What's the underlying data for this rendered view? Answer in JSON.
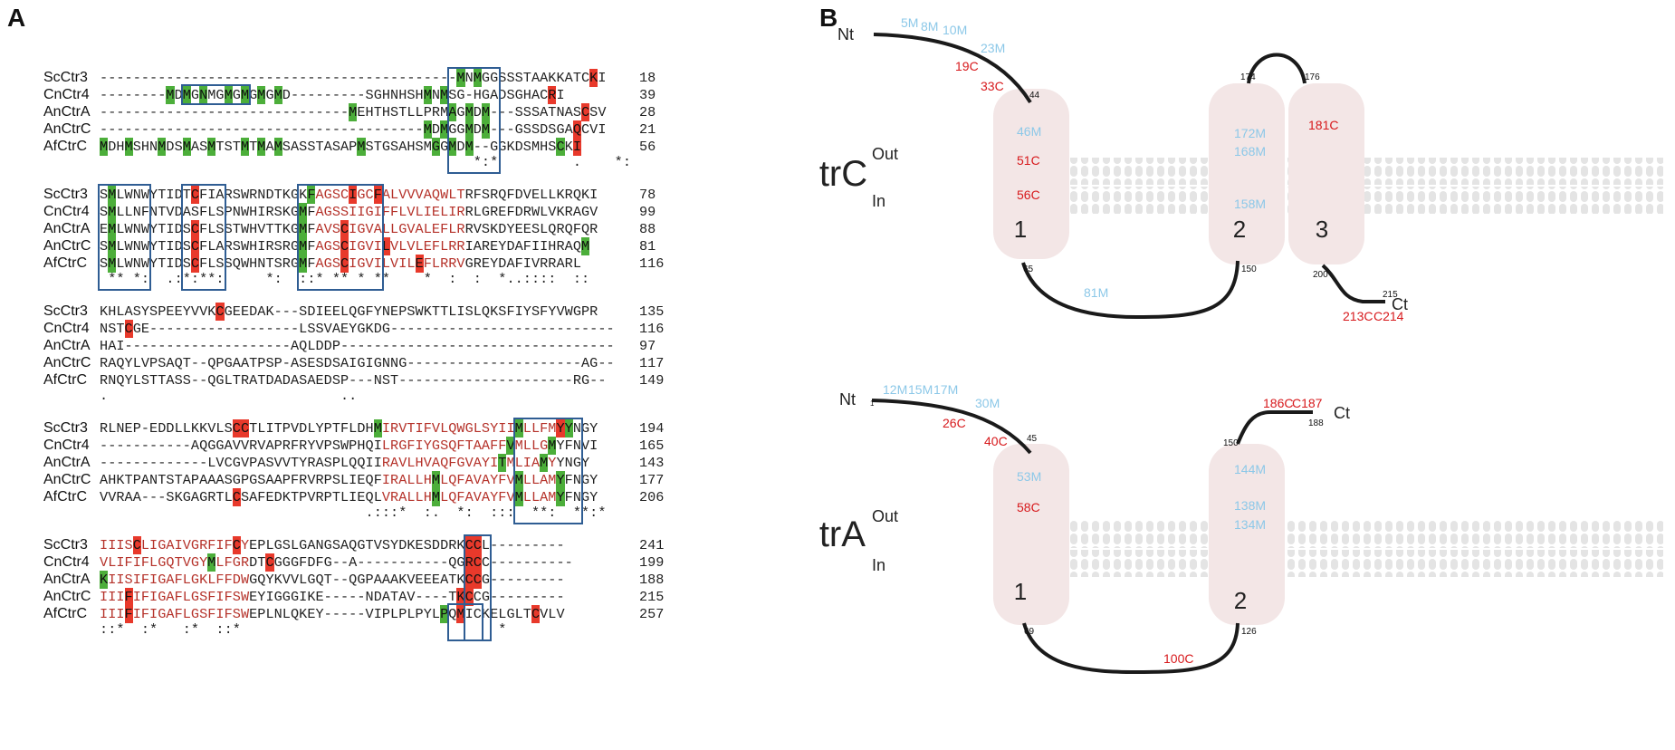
{
  "panel_a": {
    "letter": "A",
    "blocks": [
      {
        "rows": [
          {
            "name": "ScCtr3",
            "seq": "-------------------------------------------MNMGGSSSTAAKKATCKI",
            "end": "18"
          },
          {
            "name": "CnCtr4",
            "seq": "--------MDMGNMGMGMGMGMD---------SGHNHSHMNMSG-HGADSGHACRI",
            "end": "39"
          },
          {
            "name": "AnCtrA",
            "seq": "------------------------------MEHTHSTLLPRMAGMDM---SSSATNASCSV",
            "end": "28"
          },
          {
            "name": "AnCtrC",
            "seq": "---------------------------------------MDMGGMDM---GSSDSGAQCVI",
            "end": "21"
          },
          {
            "name": "AfCtrC",
            "seq": "MDHMSHNMDSMASMTSTMTMAMSASSTASAPMSTGSAHSMGGMDM--GGKDSMHSCKI",
            "end": "56"
          }
        ],
        "consensus": "                                             *:*         .    *: "
      },
      {
        "rows": [
          {
            "name": "ScCtr3",
            "seq": "SMLWNWYTIDTCFIARSWRNDTKGKFAGSCIGCFALVVVAQWLTRFSRQFDVELLKRQKI",
            "end": "78"
          },
          {
            "name": "CnCtr4",
            "seq": "SMLLNFNTVDASFLSPNWHIRSKGMFAGSSIIGIFFLVLIELIRRLGREFDRWLVKRAGV",
            "end": "99"
          },
          {
            "name": "AnCtrA",
            "seq": "EMLWNWYTIDSCFLSSTWHVTTKGMFAVSCIGVALLGVALEFLRRVSKDYEESLQRQFQR",
            "end": "88"
          },
          {
            "name": "AnCtrC",
            "seq": "SMLWNWYTIDSCFLARSWHIRSRGMFAGSCIGVILVLVLEFLRRIAREYDAFIIHRAQM",
            "end": "81"
          },
          {
            "name": "AfCtrC",
            "seq": "SMLWNWYTIDSCFLSSQWHNTSRGMFAGSCIGVILVILEFLRRVGREYDAFIVRRARL",
            "end": "116"
          }
        ],
        "consensus": " ** *:  .:*:**:     *:  ::* ** * **    *  :  :  *..::::  :: "
      },
      {
        "rows": [
          {
            "name": "ScCtr3",
            "seq": "KHLASYSPEEYVVKCGEEDAK---SDIEELQGFYNEPSWKTTLISLQKSFIYSFYVWGPR",
            "end": "135"
          },
          {
            "name": "CnCtr4",
            "seq": "NSTCGE------------------LSSVAEYGKDG---------------------------",
            "end": "116"
          },
          {
            "name": "AnCtrA",
            "seq": "HAI--------------------AQLDDP---------------------------------",
            "end": "97"
          },
          {
            "name": "AnCtrC",
            "seq": "RAQYLVPSAQT--QPGAATPSP-ASESDSAIGIGNNG---------------------AG--",
            "end": "117"
          },
          {
            "name": "AfCtrC",
            "seq": "RNQYLSTTASS--QGLTRATDADASAEDSP---NST---------------------RG--",
            "end": "149"
          }
        ],
        "consensus": ".                            ..                                  "
      },
      {
        "rows": [
          {
            "name": "ScCtr3",
            "seq": "RLNEP-EDDLLKKVLSCCTLITPVDLYPTFLDHMIRVTIFVLQWGLSYIIMLLFMYYNGY",
            "end": "194"
          },
          {
            "name": "CnCtr4",
            "seq": "-----------AQGGAVVRVAPRFRYVPSWPHQILRGFIYGSQFTAAFFVMLLGMYFNVI",
            "end": "165"
          },
          {
            "name": "AnCtrA",
            "seq": "-------------LVCGVPASVVTYRASPLQQIIRAVLHVAQFGVAYITMLIAMYYNGY",
            "end": "143"
          },
          {
            "name": "AnCtrC",
            "seq": "AHKTPANTSTAPAAASGPGSAAPFRVRPSLIEQFIRALLHMLQFAVAYFVMLLAMYFNGY",
            "end": "177"
          },
          {
            "name": "AfCtrC",
            "seq": "VVRAA---SKGAGRTLCSAFEDKTPVRPTLIEQLVRALLHMLQFAVAYFVMLLAMYFNGY",
            "end": "206"
          }
        ],
        "consensus": "                                .:::*  :.  *:  :::  **:  **:*  "
      },
      {
        "rows": [
          {
            "name": "ScCtr3",
            "seq": "IIISCLIGAIVGRFIFCYEPLGSLGANGSAQGTVSYDKESDDRKCCL---------",
            "end": "241"
          },
          {
            "name": "CnCtr4",
            "seq": "VLIFIFLGQTVGYMLFGRDTCGGGFDFG--A-----------QGRCC----------",
            "end": "199"
          },
          {
            "name": "AnCtrA",
            "seq": "KIISIFIGAFLGKLFFDWGQYKVVLGQT--QGPAAAKVEEEATKCCG---------",
            "end": "188"
          },
          {
            "name": "AnCtrC",
            "seq": "IIIFIFIGAFLGSFIFSWEYIGGGIKE-----NDATAV----TKCCG---------",
            "end": "215"
          },
          {
            "name": "AfCtrC",
            "seq": "IIIFIFIGAFLGSFIFSWEPLNLQKEY-----VIPLPLPYLPQMICKELGLTCVLV",
            "end": "257"
          }
        ],
        "consensus": "::*  :*   :*  ::*                               *        "
      }
    ]
  },
  "panel_b": {
    "letter": "B",
    "ctrC": {
      "title": "AnCtrC",
      "out_label": "Out",
      "in_label": "In",
      "nt_label": "Nt",
      "ct_label": "Ct",
      "helix_numbers": [
        "1",
        "2",
        "3"
      ],
      "met_nt": [
        "5M",
        "8M",
        "10M",
        "23M"
      ],
      "cys_nt": [
        "19C",
        "33C"
      ],
      "pos_44": "44",
      "pos_65": "65",
      "pos_150": "150",
      "pos_174": "174",
      "pos_176": "176",
      "pos_200": "200",
      "pos_215": "215",
      "tm1_labels": [
        "46M",
        "51C",
        "56C"
      ],
      "tm2_labels": [
        "172M",
        "168M",
        "158M"
      ],
      "tm3_labels": [
        "181C"
      ],
      "loop_label": "81M",
      "ct_cys": [
        "213C",
        "C214"
      ]
    },
    "ctrA": {
      "title": "AnCtrA",
      "out_label": "Out",
      "in_label": "In",
      "nt_label": "Nt",
      "ct_label": "Ct",
      "helix_numbers": [
        "1",
        "2"
      ],
      "pos_1": "1",
      "met_nt": [
        "12M",
        "15M",
        "17M",
        "30M"
      ],
      "cys_nt": [
        "26C",
        "40C"
      ],
      "pos_45": "45",
      "pos_69": "69",
      "pos_126": "126",
      "pos_150": "150",
      "pos_188": "188",
      "tm1_labels": [
        "53M",
        "58C"
      ],
      "tm2_labels": [
        "144M",
        "138M",
        "134M"
      ],
      "loop_label": "100C",
      "ct_cys": [
        "186C",
        "C187"
      ]
    },
    "colors": {
      "met": "#8cc8e8",
      "cys": "#d7191c",
      "helix": "#f3e6e6",
      "membrane": "#e6e6e6",
      "line": "#1a1a1a"
    }
  }
}
